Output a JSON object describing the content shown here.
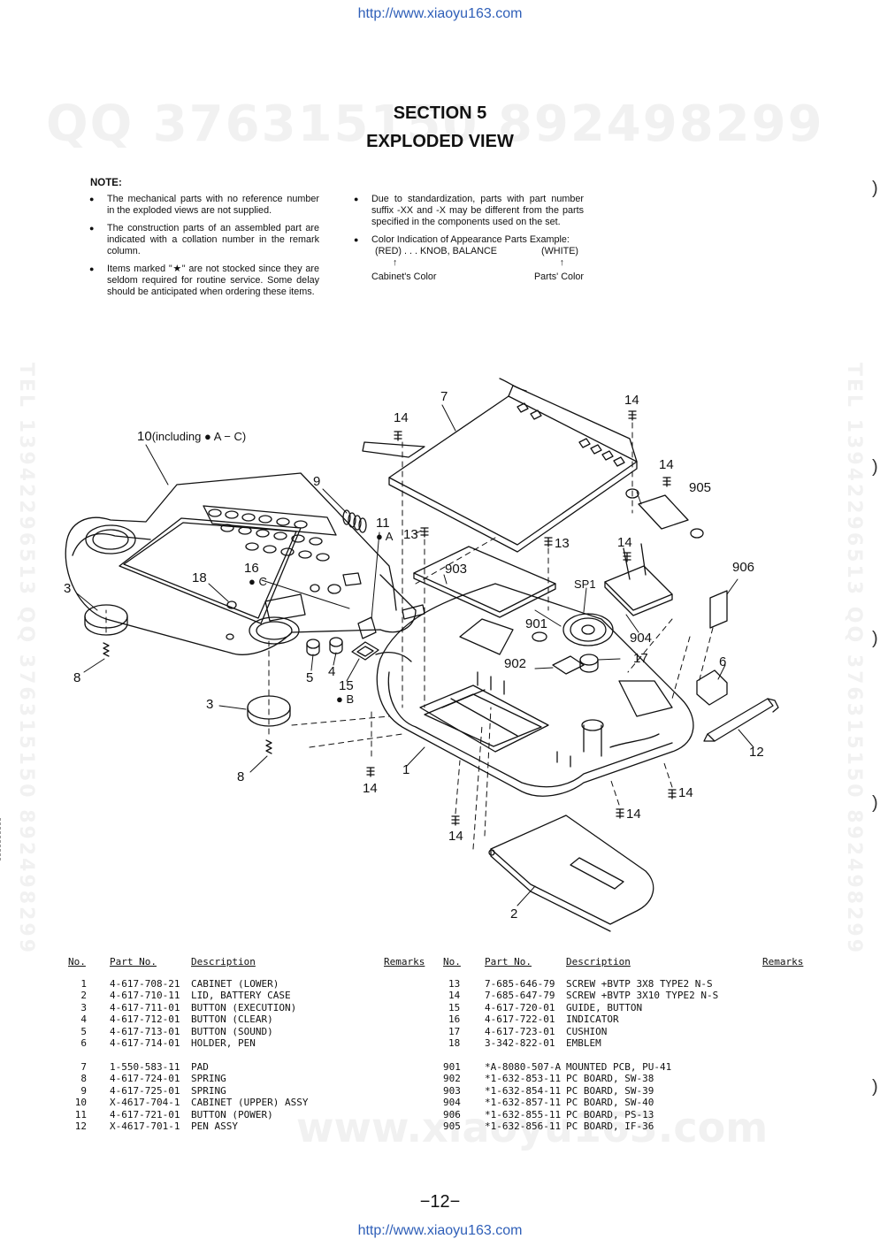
{
  "url": "http://www.xiaoyu163.com",
  "watermarks": {
    "header": "QQ 376315150  892498299",
    "side_left": "TEL 13942296513  QQ 376315150  892498299",
    "side_right": "TEL 13942296513  QQ 376315150  892498299",
    "bottom": "www.xiaoyu163.com"
  },
  "title": {
    "line1": "SECTION 5",
    "line2": "EXPLODED VIEW"
  },
  "note": {
    "heading": "NOTE:",
    "left": [
      "The mechanical parts with no reference number in the exploded views are not supplied.",
      "The construction parts of an assembled part are indicated with a collation number in the remark column.",
      "Items marked \"★\" are not stocked since they are seldom required for routine service.  Some delay should be anticipated when ordering these items."
    ],
    "right_1": "Due to standardization, parts with part number suffix -XX and -X may be different from the parts specified in the components used on the set.",
    "right_2_intro": "Color Indication of Appearance Parts Example:",
    "example_left": "(RED) . . . KNOB, BALANCE",
    "example_right": "(WHITE)",
    "arrow": "↑",
    "cabinet_color": "Cabinet's Color",
    "parts_color": "Parts' Color"
  },
  "diagram_labels": {
    "p10": "10",
    "p10_note": "(including ● A − C)",
    "p9": "9",
    "p11": "11",
    "mark_a": "● A",
    "p13a": "13",
    "p13b": "13",
    "p16": "16",
    "mark_c": "● C",
    "p18": "18",
    "p3a": "3",
    "p3b": "3",
    "p8a": "8",
    "p8b": "8",
    "p5": "5",
    "p4": "4",
    "p15": "15",
    "mark_b": "● B",
    "p7": "7",
    "p14a": "14",
    "p14b": "14",
    "p14c": "14",
    "p14d": "14",
    "p14e": "14",
    "p14f": "14",
    "p14g": "14",
    "p14h": "14",
    "p905": "905",
    "p906": "906",
    "p903": "903",
    "p901": "901",
    "sp1": "SP1",
    "p904": "904",
    "p902": "902",
    "p17": "17",
    "p6": "6",
    "p12": "12",
    "p1": "1",
    "p2": "2"
  },
  "table": {
    "headers": {
      "no": "No.",
      "part_no": "Part No.",
      "description": "Description",
      "remarks": "Remarks"
    },
    "left_rows": [
      [
        "1",
        "4-617-708-21",
        "CABINET (LOWER)"
      ],
      [
        "2",
        "4-617-710-11",
        "LID, BATTERY CASE"
      ],
      [
        "3",
        "4-617-711-01",
        "BUTTON (EXECUTION)"
      ],
      [
        "4",
        "4-617-712-01",
        "BUTTON (CLEAR)"
      ],
      [
        "5",
        "4-617-713-01",
        "BUTTON (SOUND)"
      ],
      [
        "6",
        "4-617-714-01",
        "HOLDER, PEN"
      ],
      [
        "7",
        "1-550-583-11",
        "PAD"
      ],
      [
        "8",
        "4-617-724-01",
        "SPRING"
      ],
      [
        "9",
        "4-617-725-01",
        "SPRING"
      ],
      [
        "10",
        "X-4617-704-1",
        "CABINET (UPPER) ASSY"
      ],
      [
        "11",
        "4-617-721-01",
        "BUTTON (POWER)"
      ],
      [
        "12",
        "X-4617-701-1",
        "PEN ASSY"
      ]
    ],
    "right_rows": [
      [
        "13",
        "7-685-646-79",
        "SCREW +BVTP 3X8  TYPE2 N-S"
      ],
      [
        "14",
        "7-685-647-79",
        "SCREW +BVTP 3X10 TYPE2 N-S"
      ],
      [
        "15",
        "4-617-720-01",
        "GUIDE, BUTTON"
      ],
      [
        "16",
        "4-617-722-01",
        "INDICATOR"
      ],
      [
        "17",
        "4-617-723-01",
        "CUSHION"
      ],
      [
        "18",
        "3-342-822-01",
        "EMBLEM"
      ],
      [
        "901",
        "*A-8080-507-A",
        "MOUNTED PCB, PU-41"
      ],
      [
        "902",
        "*1-632-853-11",
        "PC BOARD, SW-38"
      ],
      [
        "903",
        "*1-632-854-11",
        "PC BOARD, SW-39"
      ],
      [
        "904",
        "*1-632-857-11",
        "PC BOARD, SW-40"
      ],
      [
        "906",
        "*1-632-855-11",
        "PC BOARD, PS-13"
      ],
      [
        "905",
        "*1-632-856-11",
        "PC BOARD, IF-36"
      ]
    ]
  },
  "page_number": "−12−"
}
